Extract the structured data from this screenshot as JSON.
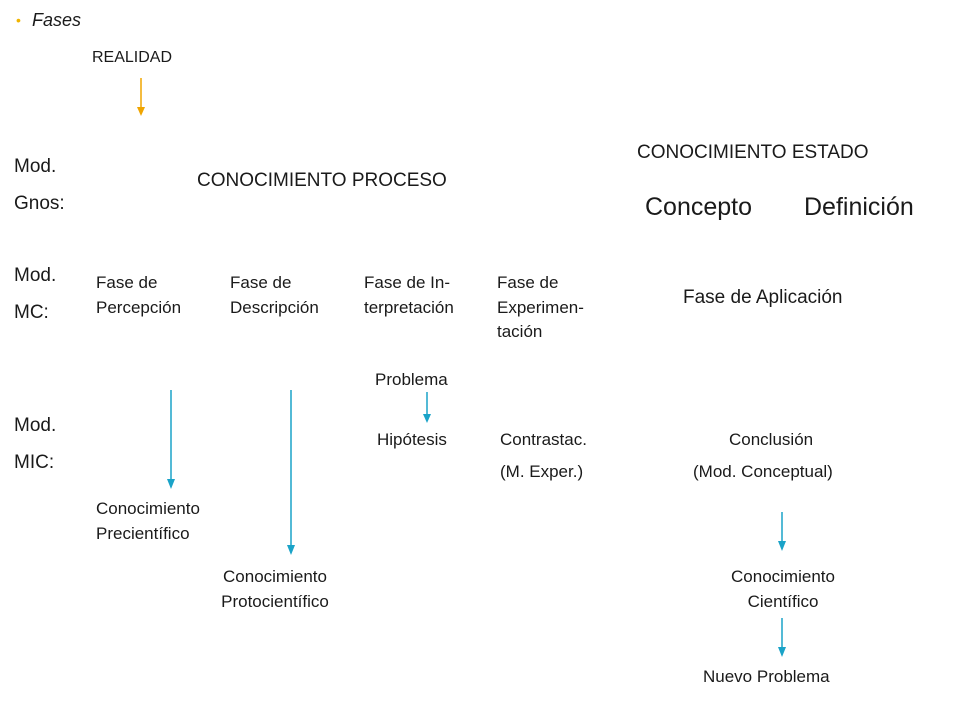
{
  "header": {
    "bullet_title": "Fases",
    "realidad": "REALIDAD"
  },
  "rows": {
    "gnos_label": "Mod.\nGnos:",
    "mc_label": "Mod.\nMC:",
    "mic_label": "Mod.\nMIC:"
  },
  "gnos": {
    "proceso": "CONOCIMIENTO PROCESO",
    "estado": "CONOCIMIENTO ESTADO",
    "concepto": "Concepto",
    "definicion": "Definición"
  },
  "mc": {
    "percepcion": "Fase de\nPercepción",
    "descripcion": "Fase de\nDescripción",
    "interpretacion": "Fase de In-\nterpretación",
    "experimentacion": "Fase de\nExperimen-\ntación",
    "aplicacion": "Fase de Aplicación"
  },
  "mic": {
    "problema": "Problema",
    "hipotesis": "Hipótesis",
    "contrastac": "Contrastac.",
    "m_exper": "(M. Exper.)",
    "conclusion": "Conclusión",
    "mod_conceptual": "(Mod. Conceptual)",
    "precientifico": "Conocimiento\nPrecientífico",
    "protocientifico": "Conocimiento\nProtocientífico",
    "cientifico": "Conocimiento\nCientífico",
    "nuevo_problema": "Nuevo Problema"
  },
  "colors": {
    "bullet": "#f0b400",
    "arrow_orange": "#f0a500",
    "arrow_blue": "#1aa3c8"
  }
}
